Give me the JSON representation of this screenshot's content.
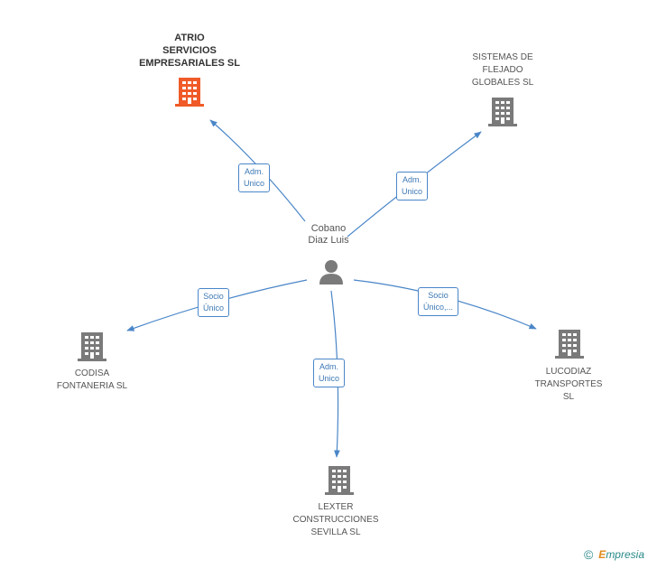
{
  "person": {
    "name_line1": "Cobano",
    "name_line2": "Diaz Luis",
    "icon": "person-icon"
  },
  "companies": {
    "atrio": {
      "lines": [
        "ATRIO",
        "SERVICIOS",
        "EMPRESARIALES SL"
      ],
      "color": "#f05a28",
      "icon": "building-icon"
    },
    "sistemas": {
      "lines": [
        "SISTEMAS DE",
        "FLEJADO",
        "GLOBALES  SL"
      ],
      "color": "#7a7a7a",
      "icon": "building-icon"
    },
    "codisa": {
      "lines": [
        "CODISA",
        "FONTANERIA  SL"
      ],
      "color": "#7a7a7a",
      "icon": "building-icon"
    },
    "lucodiaz": {
      "lines": [
        "LUCODIAZ",
        "TRANSPORTES",
        "SL"
      ],
      "color": "#7a7a7a",
      "icon": "building-icon"
    },
    "lexter": {
      "lines": [
        "LEXTER",
        "CONSTRUCCIONES",
        "SEVILLA SL"
      ],
      "color": "#7a7a7a",
      "icon": "building-icon"
    }
  },
  "edges": {
    "atrio": [
      "Adm.",
      "Unico"
    ],
    "sistemas": [
      "Adm.",
      "Unico"
    ],
    "codisa": [
      "Socio",
      "Único"
    ],
    "lucodiaz": [
      "Socio",
      "Único,..."
    ],
    "lexter": [
      "Adm.",
      "Unico"
    ]
  },
  "colors": {
    "edge": "#4a86c8",
    "person": "#7a7a7a"
  },
  "footer": {
    "copyright": "©",
    "brand_first": "E",
    "brand_rest": "mpresia"
  }
}
